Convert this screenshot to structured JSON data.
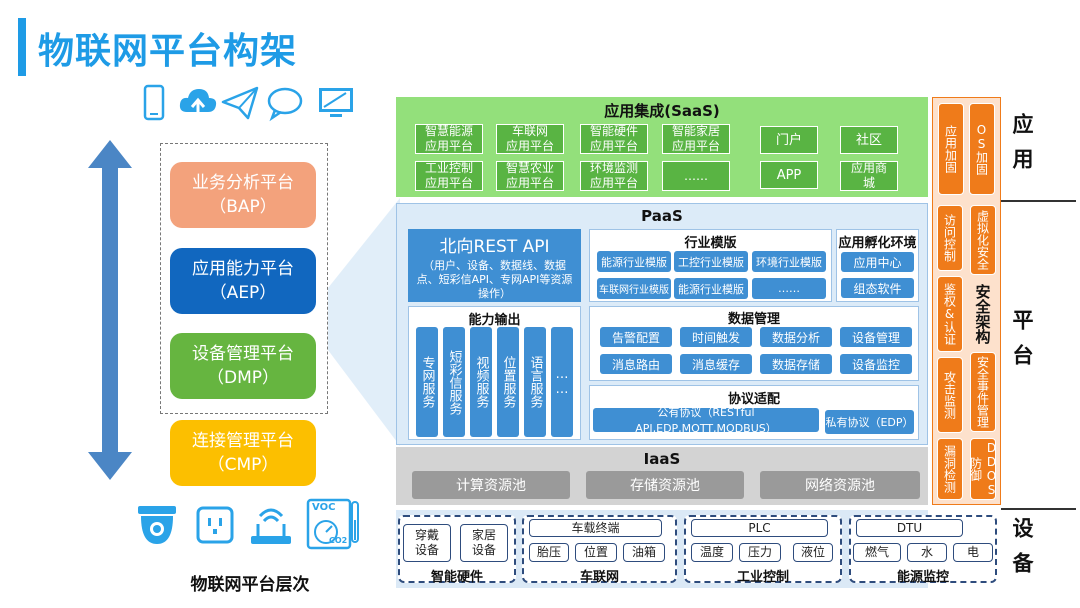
{
  "title": "物联网平台构架",
  "left": {
    "caption": "物联网平台层次",
    "top_icons": [
      "mobile-phone-icon",
      "cloud-upload-icon",
      "paper-plane-icon",
      "chat-bubble-icon",
      "monitor-icon"
    ],
    "bottom_icons": [
      "camera-icon",
      "smart-socket-icon",
      "wifi-router-icon",
      "voc-co2-sensor-icon"
    ],
    "voc_label": "VOC",
    "co2_label": "CO2",
    "layers": [
      {
        "name": "业务分析平台",
        "abbr": "（BAP）",
        "color": "#f3a27c"
      },
      {
        "name": "应用能力平台",
        "abbr": "（AEP）",
        "color": "#1167bf"
      },
      {
        "name": "设备管理平台",
        "abbr": "（DMP）",
        "color": "#66b540"
      },
      {
        "name": "连接管理平台",
        "abbr": "（CMP）",
        "color": "#fcbf00"
      }
    ]
  },
  "saas": {
    "title": "应用集成(SaaS)",
    "col1": [
      [
        "智慧能源",
        "应用平台"
      ],
      [
        "工业控制",
        "应用平台"
      ]
    ],
    "col2": [
      [
        "车联网",
        "应用平台"
      ],
      [
        "智慧农业",
        "应用平台"
      ]
    ],
    "col3": [
      [
        "智能硬件",
        "应用平台"
      ],
      [
        "环境监测",
        "应用平台"
      ]
    ],
    "col4": [
      [
        "智能家居",
        "应用平台"
      ],
      [
        "……",
        ""
      ]
    ],
    "col5": [
      "门户",
      "APP"
    ],
    "col6": [
      [
        "社区",
        ""
      ],
      [
        "应用商",
        "城"
      ]
    ]
  },
  "paas": {
    "title": "PaaS",
    "rest": {
      "title": "北向REST API",
      "desc": "（用户、设备、数据线、数据点、短彩信API、专网API等资源操作）"
    },
    "industry": {
      "title": "行业模版",
      "items": [
        "能源行业模版",
        "工控行业模版",
        "环境行业模版",
        "车联网行业模版",
        "能源行业模版",
        "……"
      ]
    },
    "incubate": {
      "title": "应用孵化环境",
      "items": [
        "应用中心",
        "组态软件"
      ]
    },
    "capability": {
      "title": "能力输出",
      "items": [
        "专网服务",
        "短彩信服务",
        "视频服务",
        "位置服务",
        "语言服务",
        "……"
      ]
    },
    "data_mgmt": {
      "title": "数据管理",
      "items": [
        "告警配置",
        "时间触发",
        "数据分析",
        "设备管理",
        "消息路由",
        "消息缓存",
        "数据存储",
        "设备监控"
      ]
    },
    "protocol": {
      "title": "协议适配",
      "items": [
        "公有协议（RESTful API,EDP,MQTT,MODBUS）",
        "私有协议（EDP）"
      ]
    }
  },
  "iaas": {
    "title": "IaaS",
    "items": [
      "计算资源池",
      "存储资源池",
      "网络资源池"
    ]
  },
  "devices": {
    "smart_hw": {
      "label": "智能硬件",
      "items": [
        [
          "穿戴",
          "设备"
        ],
        [
          "家居",
          "设备"
        ]
      ]
    },
    "iov": {
      "label": "车联网",
      "top": "车载终端",
      "items": [
        "胎压",
        "位置",
        "油箱"
      ]
    },
    "industrial": {
      "label": "工业控制",
      "top": "PLC",
      "items": [
        "温度",
        "压力",
        "液位"
      ]
    },
    "energy": {
      "label": "能源监控",
      "top": "DTU",
      "items": [
        "燃气",
        "水",
        "电"
      ]
    }
  },
  "security": {
    "title": "安全架构",
    "app_items": [
      "应用加固",
      "OS加固"
    ],
    "left_items": [
      "访问控制",
      "鉴权&认证",
      "攻击监测",
      "漏洞检测"
    ],
    "right_items": [
      "虚拟化安全",
      "安全事件管理",
      "DDOS防御"
    ]
  },
  "side_labels": [
    "应用",
    "平台",
    "设备"
  ]
}
